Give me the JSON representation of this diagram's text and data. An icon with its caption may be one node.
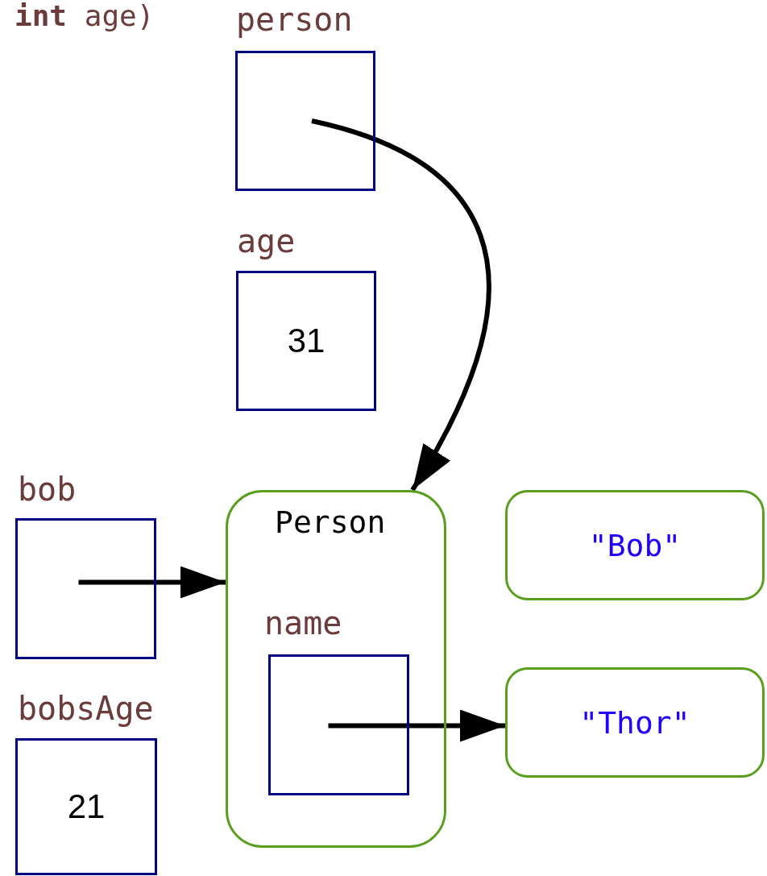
{
  "diagram": {
    "nodes": [
      {
        "text": [
          "person"
        ]
      },
      {
        "text": [
          "age",
          "31"
        ]
      },
      {
        "text": [
          "bob"
        ]
      },
      {
        "text": [
          "Person"
        ]
      },
      {
        "text": [
          "name"
        ],
        "in": 3
      },
      {
        "text": [
          "\"Bob\""
        ]
      },
      {
        "text": [
          "\"Thor\""
        ]
      },
      {
        "text": [
          "bobsAge",
          "21"
        ]
      }
    ],
    "edges": [
      {
        "from": 0,
        "to": 3,
        "arrow": "to"
      },
      {
        "from": 2,
        "to": 3,
        "arrow": "to"
      },
      {
        "from": 4,
        "to": 6,
        "arrow": "to"
      }
    ],
    "labels": [
      "**int** age)"
    ]
  }
}
